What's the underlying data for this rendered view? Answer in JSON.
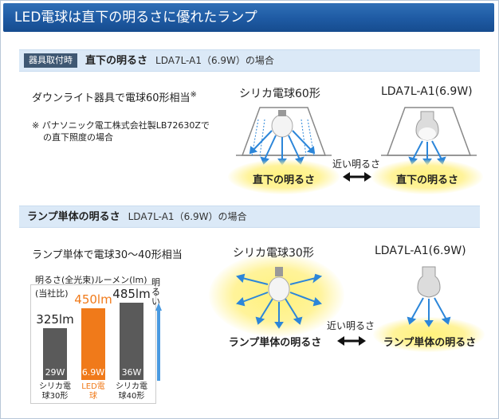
{
  "header": {
    "title": "LED電球は直下の明るさに優れたランプ"
  },
  "section1": {
    "tag": "器具取付時",
    "title": "直下の明るさ",
    "subtitle": "LDA7L-A1（6.9W）の場合",
    "desc": "ダウンライト器具で電球60形相当",
    "desc_mark": "※",
    "note_mark": "※",
    "note_line1": "パナソニック電工株式会社製LB72630Zで",
    "note_line2": "の直下照度の場合",
    "left_lamp": "シリカ電球60形",
    "right_lamp": "LDA7L-A1(6.9W)",
    "left_label": "直下の明るさ",
    "right_label": "直下の明るさ",
    "compare": "近い明るさ"
  },
  "section2": {
    "title": "ランプ単体の明るさ",
    "subtitle": "LDA7L-A1（6.9W）の場合",
    "desc": "ランプ単体で電球30〜40形相当",
    "left_lamp": "シリカ電球30形",
    "right_lamp": "LDA7L-A1(6.9W)",
    "left_label": "ランプ単体の明るさ",
    "right_label": "ランプ単体の明るさ",
    "compare": "近い明るさ"
  },
  "chart_data": {
    "type": "bar",
    "title": "明るさ(全光束)ルーメン(lm)",
    "note": "(当社比)",
    "side_label": "明るい",
    "categories": [
      "シリカ電球30形",
      "LED電球",
      "シリカ電球40形"
    ],
    "values": [
      325,
      450,
      485
    ],
    "value_labels": [
      "325lm",
      "450lm",
      "485lm"
    ],
    "watts": [
      "29W",
      "6.9W",
      "36W"
    ],
    "colors": [
      "#5a5a5a",
      "#f07a1a",
      "#5a5a5a"
    ]
  }
}
